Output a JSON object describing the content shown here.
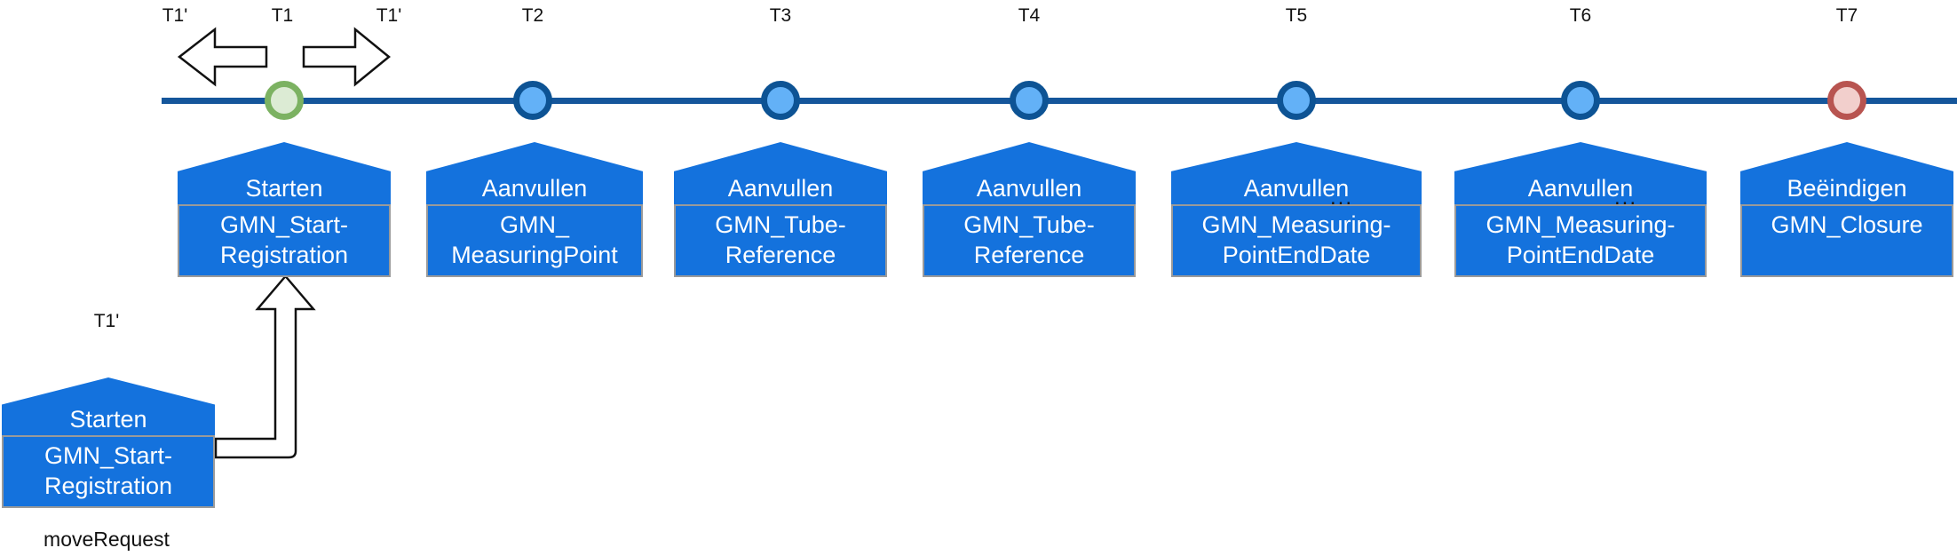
{
  "colors": {
    "timeline_blue": "#15569B",
    "event_box_blue": "#1472DD",
    "event_box_border_gray": "#9A9A9A",
    "marker_blue_fill": "#63B1F7",
    "marker_blue_border": "#0D5394",
    "marker_start_green_fill": "#DCEBD4",
    "marker_start_green_border": "#7CB262",
    "marker_end_red_fill": "#F2CFCC",
    "marker_end_red_border": "#B85450",
    "arrow_outline": "#111111",
    "box_text": "#FFFFFF"
  },
  "shift_labels": {
    "left": "T1'",
    "right": "T1'"
  },
  "events": [
    {
      "label": "T1",
      "action": "Starten",
      "artifact": "GMN_Start-\nRegistration",
      "marker": "start-green"
    },
    {
      "label": "T2",
      "action": "Aanvullen",
      "artifact": "GMN_\nMeasuringPoint",
      "marker": "blue"
    },
    {
      "label": "T3",
      "action": "Aanvullen",
      "artifact": "GMN_Tube-\nReference",
      "marker": "blue"
    },
    {
      "label": "T4",
      "action": "Aanvullen",
      "artifact": "GMN_Tube-\nReference",
      "marker": "blue"
    },
    {
      "label": "T5",
      "action": "Aanvullen",
      "dots": "...",
      "artifact": "GMN_Measuring-\nPointEndDate",
      "marker": "blue"
    },
    {
      "label": "T6",
      "action": "Aanvullen",
      "dots": "...",
      "artifact": "GMN_Measuring-\nPointEndDate",
      "marker": "blue"
    },
    {
      "label": "T7",
      "action": "Beëindigen",
      "artifact": "GMN_Closure",
      "marker": "end-red"
    }
  ],
  "move_request": {
    "label": "T1'",
    "action": "Starten",
    "artifact": "GMN_Start-\nRegistration",
    "caption": "moveRequest"
  }
}
